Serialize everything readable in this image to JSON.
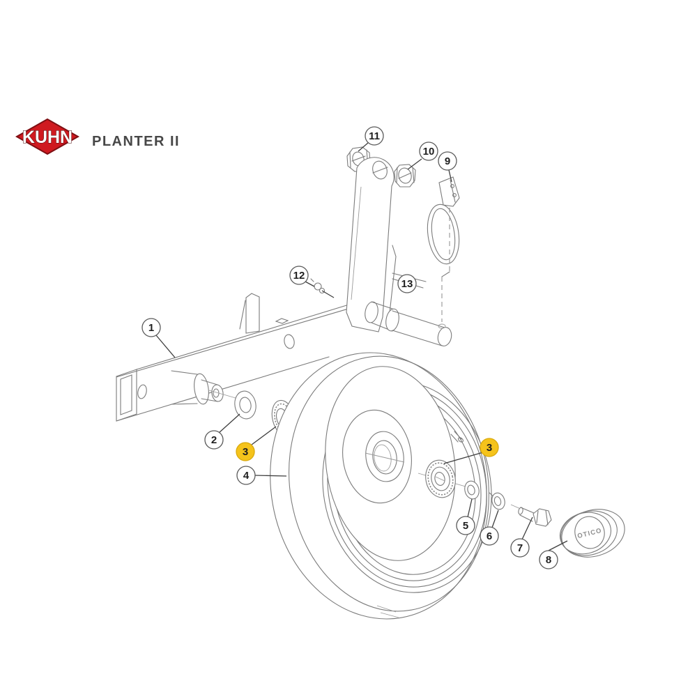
{
  "header": {
    "brand": "KUHN",
    "product_line": "PLANTER II"
  },
  "colors": {
    "brand_red": "#CF1A20",
    "highlight_yellow": "#F5C31B",
    "drawing_line_gray": "#7B7B7B",
    "title_gray": "#474747"
  },
  "diagram": {
    "type": "exploded-parts-diagram",
    "subject": "gauge wheel assembly",
    "hub_cap_text": "OTICO",
    "callouts": [
      {
        "label": "1",
        "highlighted": false
      },
      {
        "label": "2",
        "highlighted": false
      },
      {
        "label": "3",
        "highlighted": true
      },
      {
        "label": "4",
        "highlighted": false
      },
      {
        "label": "3",
        "highlighted": true
      },
      {
        "label": "5",
        "highlighted": false
      },
      {
        "label": "6",
        "highlighted": false
      },
      {
        "label": "7",
        "highlighted": false
      },
      {
        "label": "8",
        "highlighted": false
      },
      {
        "label": "9",
        "highlighted": false
      },
      {
        "label": "10",
        "highlighted": false
      },
      {
        "label": "11",
        "highlighted": false
      },
      {
        "label": "12",
        "highlighted": false
      },
      {
        "label": "13",
        "highlighted": false
      }
    ]
  }
}
